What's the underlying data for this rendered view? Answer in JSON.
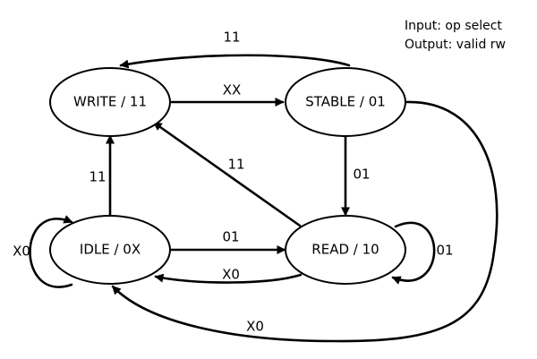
{
  "legend": {
    "input": "Input: op select",
    "output": "Output: valid rw"
  },
  "states": {
    "write": "WRITE / 11",
    "stable": "STABLE / 01",
    "idle": "IDLE / 0X",
    "read": "READ / 10"
  },
  "transitions": {
    "stable_to_write_top": "11",
    "write_to_stable": "XX",
    "stable_to_read": "01",
    "read_to_write": "11",
    "idle_to_write": "11",
    "idle_to_read": "01",
    "read_to_idle": "X0",
    "idle_self": "X0",
    "read_self": "01",
    "stable_to_idle_outer": "X0"
  }
}
